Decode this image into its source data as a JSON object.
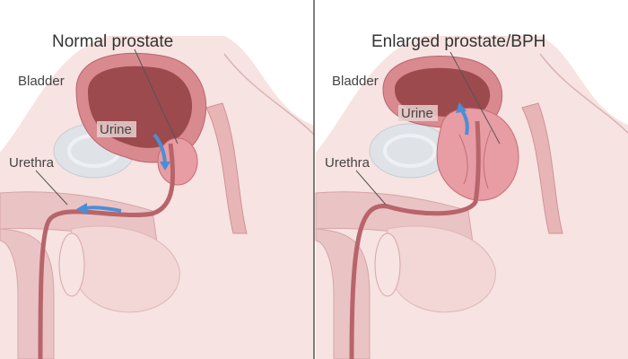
{
  "panels": [
    {
      "title": "Normal prostate",
      "labels": {
        "bladder": "Bladder",
        "urine": "Urine",
        "urethra": "Urethra"
      }
    },
    {
      "title": "Enlarged prostate/BPH",
      "labels": {
        "bladder": "Bladder",
        "urine": "Urine",
        "urethra": "Urethra"
      }
    }
  ],
  "colors": {
    "skin": "#f7e3e1",
    "tissue": "#eac3c5",
    "bladder_wall": "#d98a8f",
    "bladder_inner": "#9c4a4e",
    "prostate": "#e89ca3",
    "bone": "#dfe3e8",
    "arrow": "#4a8fd6",
    "divider": "#555555"
  }
}
